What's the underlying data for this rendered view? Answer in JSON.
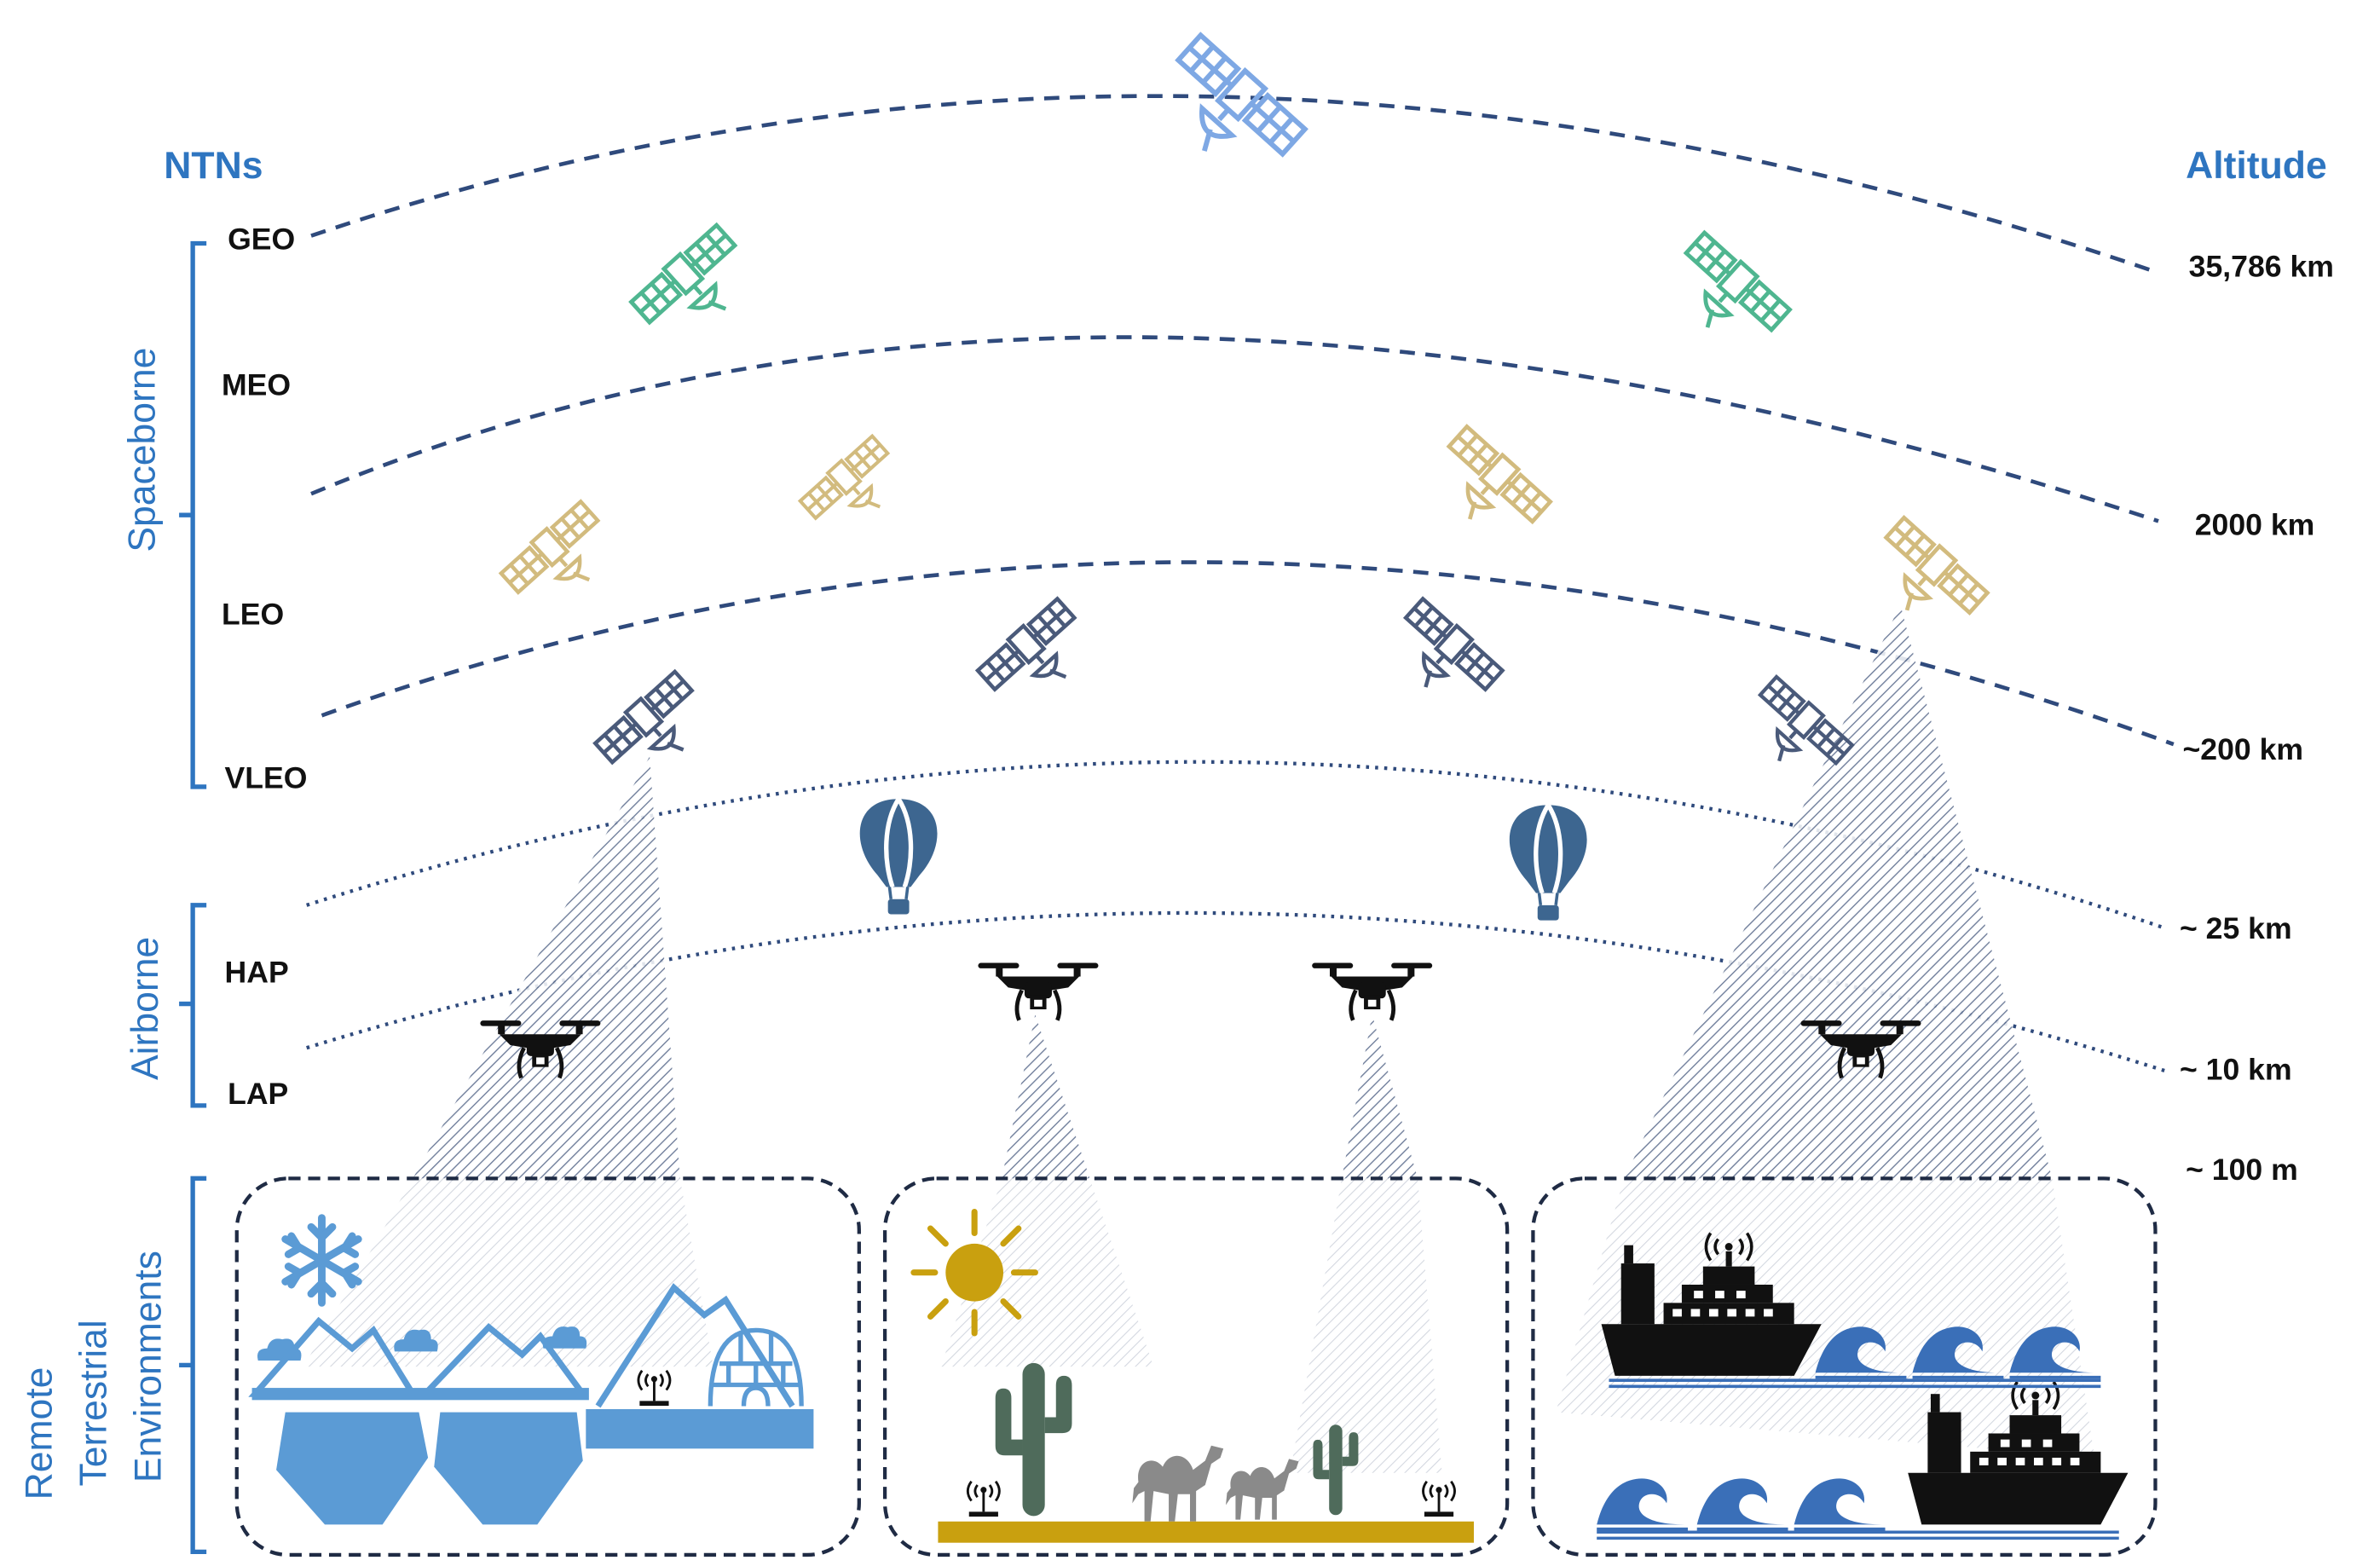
{
  "headers": {
    "left": "NTNs",
    "right": "Altitude"
  },
  "groups": {
    "spaceborne": "Spaceborne",
    "airborne": "Airborne",
    "terrestrial": [
      "Remote",
      "Terrestrial",
      "Environments"
    ]
  },
  "orbits": {
    "geo": "GEO",
    "meo": "MEO",
    "leo": "LEO",
    "vleo": "VLEO",
    "hap": "HAP",
    "lap": "LAP"
  },
  "altitudes": {
    "geo": "35,786 km",
    "meo_leo": "2000 km",
    "vleo": "~200 km",
    "hap": "~ 25 km",
    "lap": "~ 10 km",
    "ground": "~ 100 m"
  },
  "colors": {
    "blue_text": "#2e75c0",
    "dark_line": "#2f4a7c",
    "geo_sat": "#7ea8e4",
    "meo_sat": "#4fb690",
    "leo_sat": "#d2bb7e",
    "vleo_sat": "#4a5a7a",
    "balloon": "#3d6690",
    "ice": "#5b9bd5",
    "sand": "#c9a00f",
    "sun": "#c9a00f",
    "cactus": "#4f6b5b",
    "camel": "#8a8a8a",
    "wave": "#3a6fb8",
    "black": "#111111"
  },
  "icons": {
    "satellite": "satellite-icon",
    "balloon": "hot-air-balloon-icon",
    "drone": "drone-icon",
    "snowflake": "snowflake-icon",
    "sun": "sun-icon",
    "cactus": "cactus-icon",
    "camel": "camel-icon",
    "ship": "ship-icon",
    "wave": "wave-icon",
    "antenna": "antenna-icon",
    "iceberg": "iceberg-icon",
    "igloo": "igloo-icon"
  }
}
